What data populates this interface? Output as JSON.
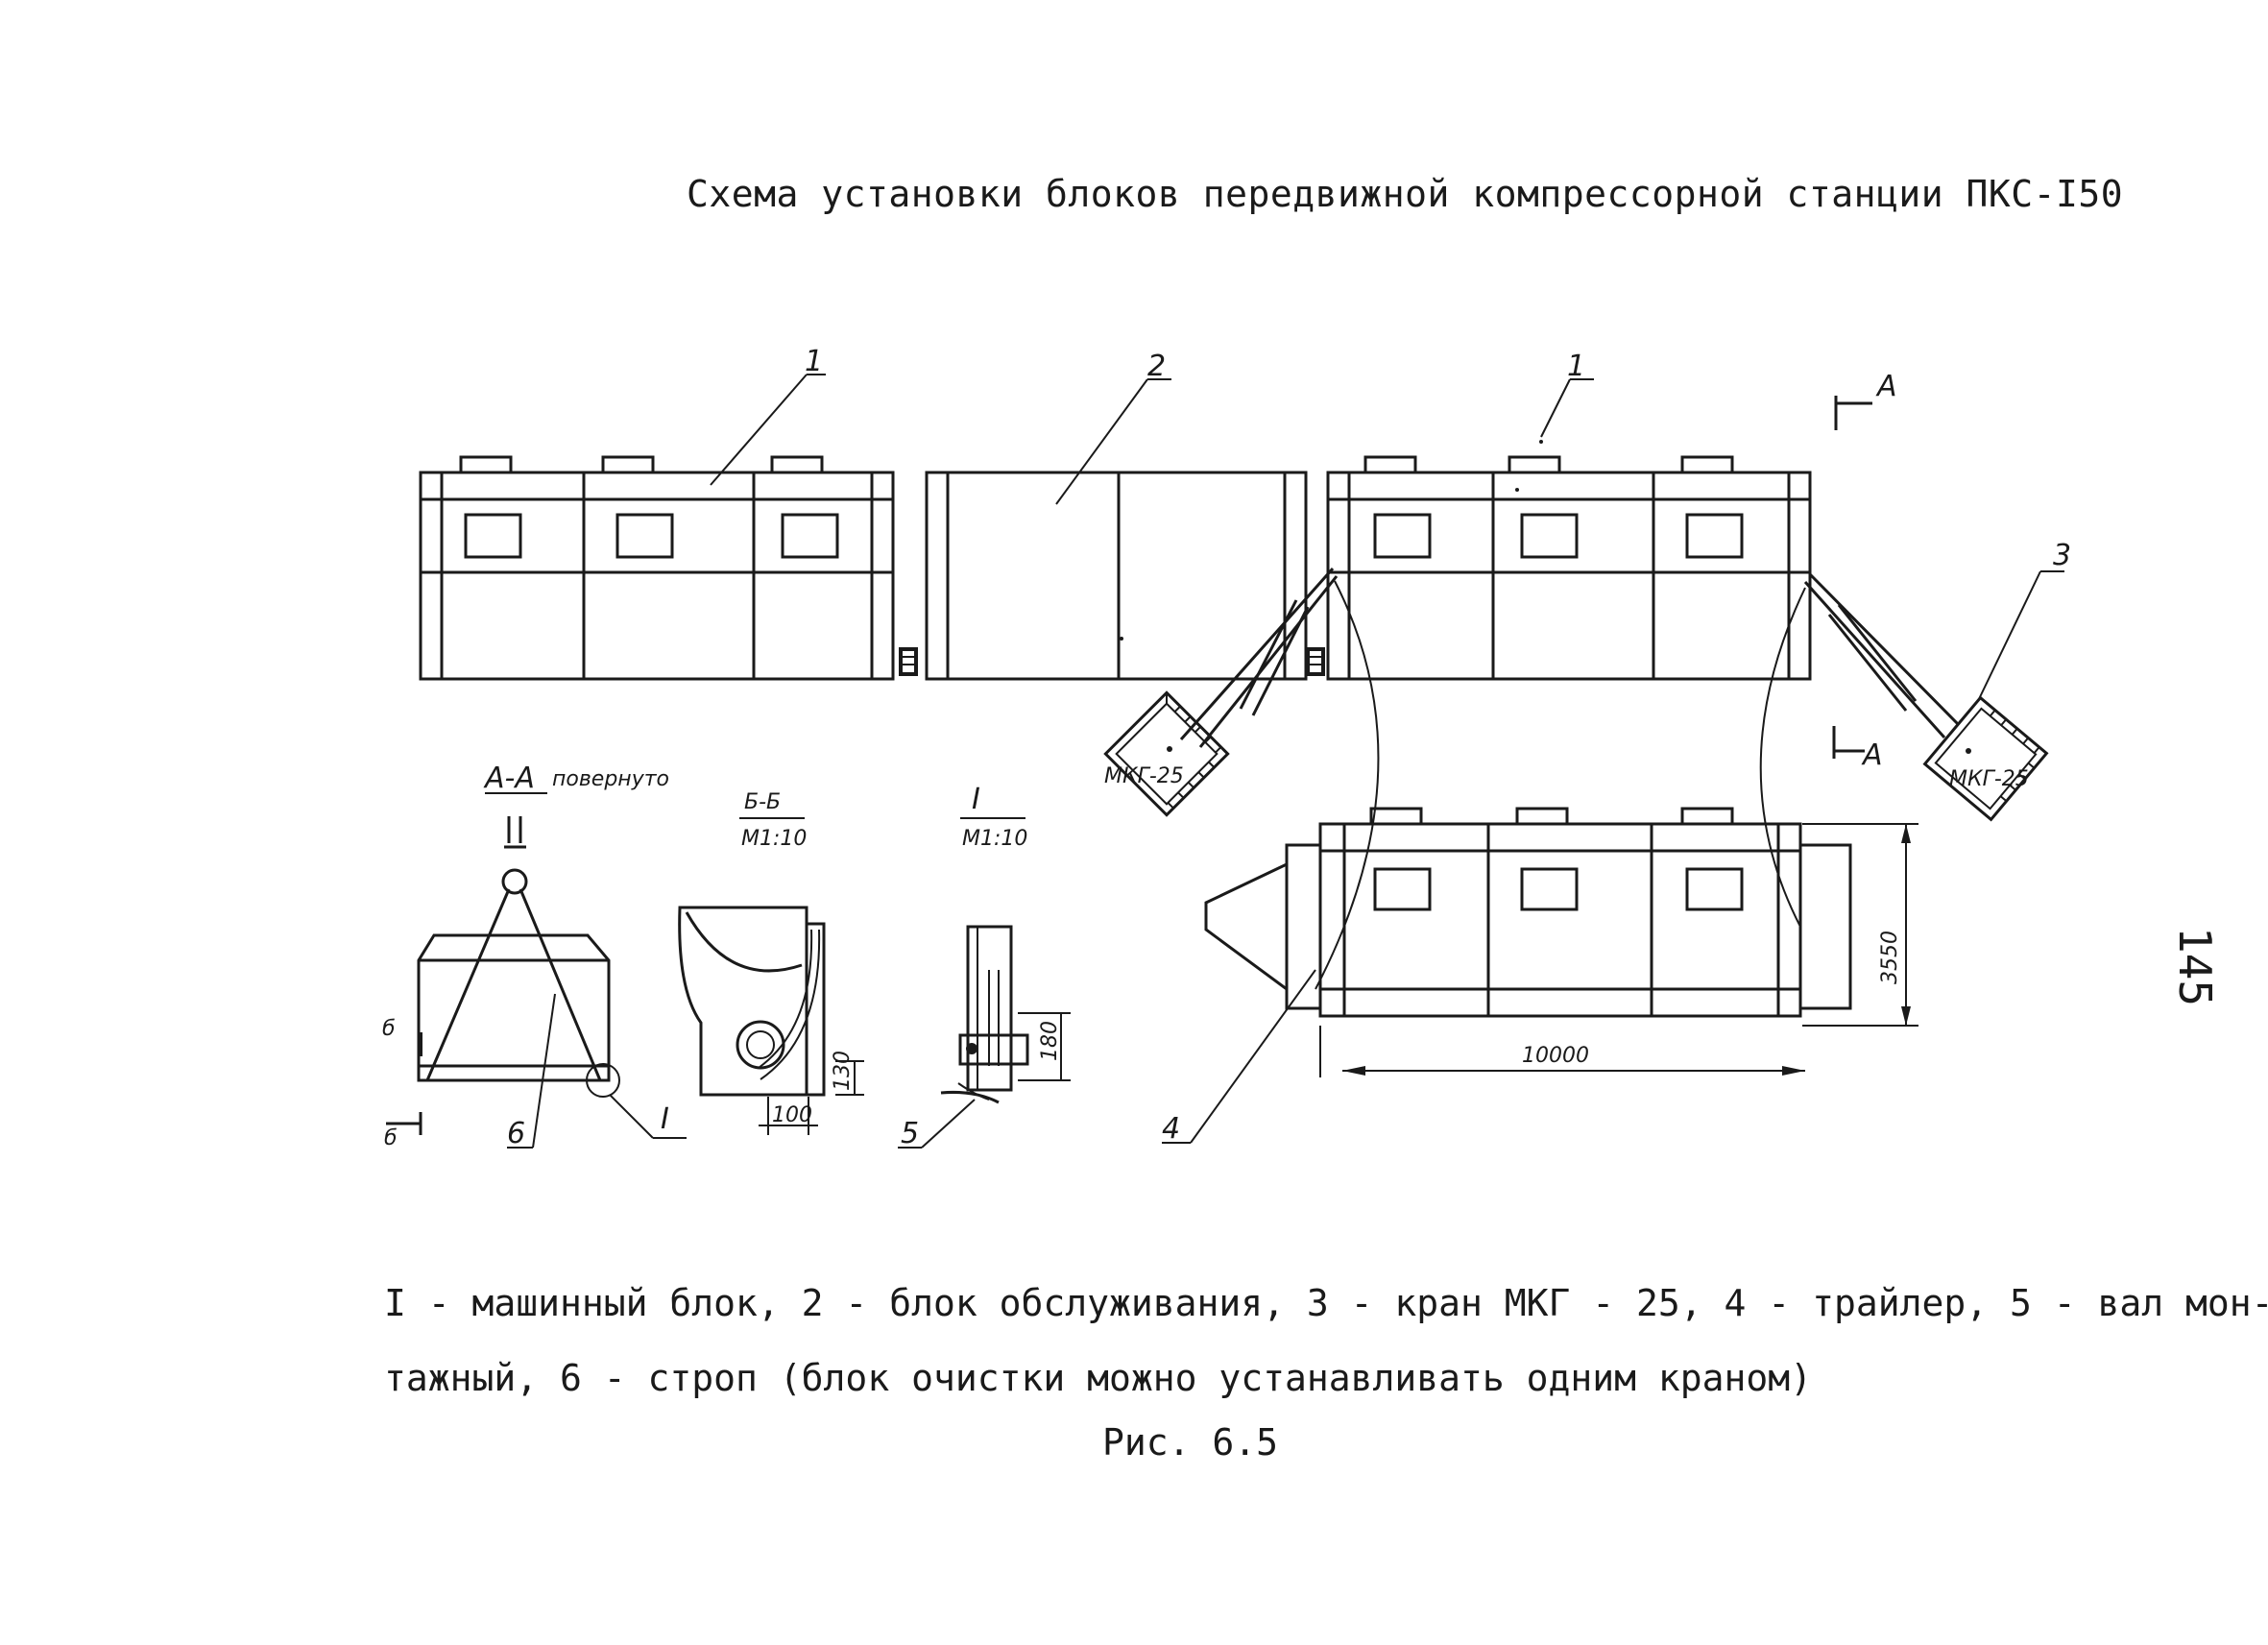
{
  "title": "Схема установки блоков передвижной компрессорной станции ПКС-I50",
  "page_number": "145",
  "callouts": {
    "machine_block_left": "1",
    "service_block": "2",
    "machine_block_right": "1",
    "crane": "3",
    "trailer": "4",
    "shaft": "5",
    "sling": "6",
    "detail": "I"
  },
  "section_marks": {
    "a_top": "A",
    "a_bottom": "A",
    "b_top": "б",
    "b_bottom": "б"
  },
  "crane_labels": {
    "left": "МКГ-25",
    "right": "МКГ-25"
  },
  "views": {
    "aa": {
      "name": "А-А",
      "note": "повернуто"
    },
    "bb": {
      "name": "Б-Б",
      "scale": "М1:10"
    },
    "detail": {
      "name": "I",
      "scale": "М1:10"
    }
  },
  "dimensions": {
    "length": "10000",
    "height": "3550",
    "bb_width": "100",
    "bb_height": "130",
    "detail_height": "180"
  },
  "caption": {
    "line1": "I - машинный блок, 2 - блок обслуживания, 3 - кран МКГ - 25, 4 - трайлер, 5 - вал мон-",
    "line2": "тажный, 6 - строп (блок очистки можно устанавливать одним краном)"
  },
  "figure_label": "Рис. 6.5"
}
